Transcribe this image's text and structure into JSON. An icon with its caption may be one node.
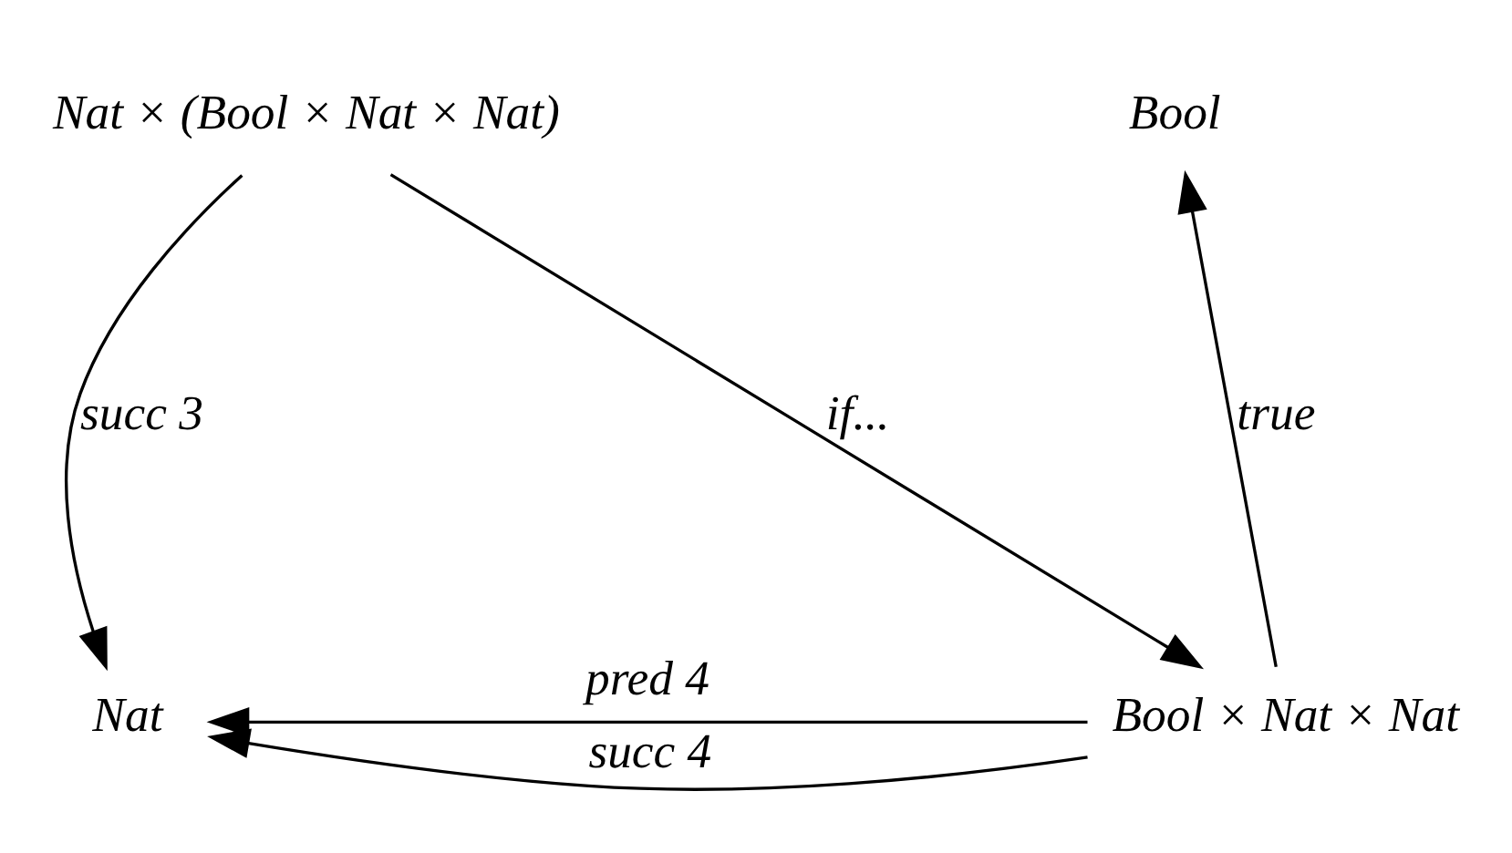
{
  "diagram": {
    "nodes": [
      {
        "text": [
          "Nat × (Bool × Nat × Nat)"
        ]
      },
      {
        "text": [
          "Bool"
        ]
      },
      {
        "text": [
          "Nat"
        ]
      },
      {
        "text": [
          "Bool × Nat × Nat"
        ]
      }
    ],
    "edges": [
      {
        "from": 0,
        "to": 2,
        "arrow": "to",
        "label": "succ 3"
      },
      {
        "from": 0,
        "to": 3,
        "arrow": "to",
        "label": "if..."
      },
      {
        "from": 3,
        "to": 1,
        "arrow": "to",
        "label": "true"
      },
      {
        "from": 3,
        "to": 2,
        "arrow": "to",
        "label": "succ 4"
      },
      {
        "from": 3,
        "to": 2,
        "arrow": "to",
        "label": "pred 4"
      }
    ]
  }
}
